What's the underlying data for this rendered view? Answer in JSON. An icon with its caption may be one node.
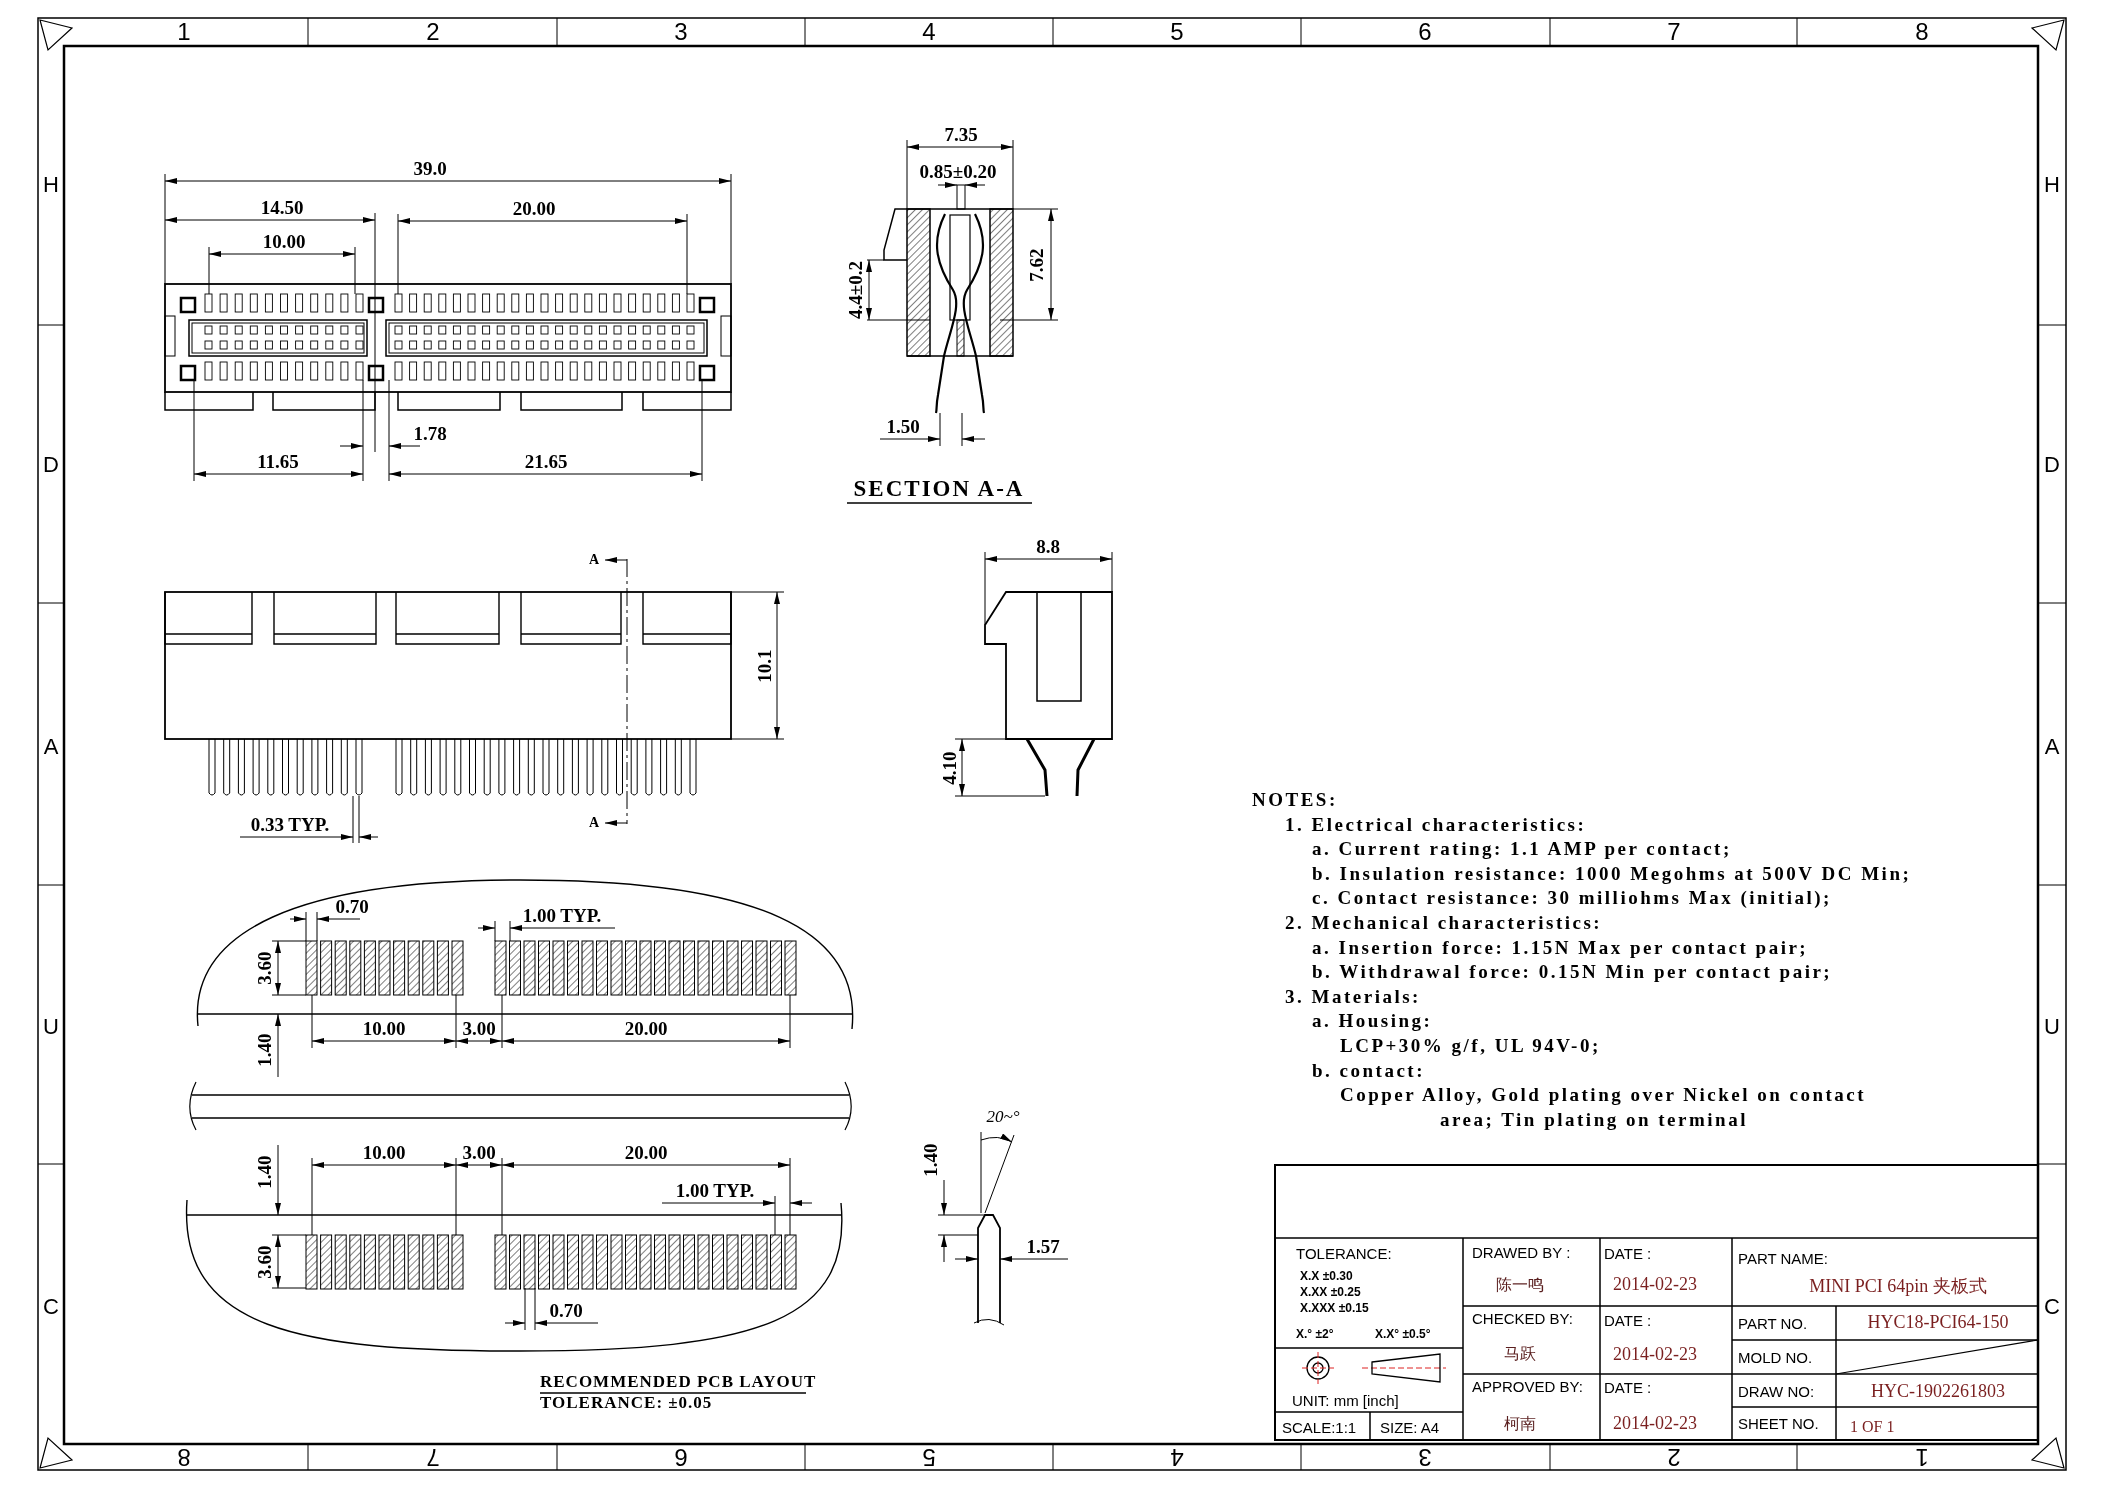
{
  "diagram": {
    "labels": [
      "1",
      "2",
      "3",
      "4",
      "5",
      "6",
      "7",
      "8",
      "H",
      "H",
      "D",
      "D",
      "A",
      "A",
      "U",
      "U",
      "C",
      "C",
      "8",
      "7",
      "6",
      "5",
      "4",
      "3",
      "2",
      "1",
      "39.0",
      "14.50",
      "20.00",
      "10.00",
      "7.35",
      "0.85±0.20",
      "7.62",
      "4.4±0.2",
      "1.78",
      "11.65",
      "21.65",
      "1.50",
      "SECTION A-A",
      "A",
      "8.8",
      "10.1",
      "4.10",
      "A",
      "0.33 TYP.",
      "NOTES:",
      "1. Electrical characteristics:",
      "a. Current rating: 1.1 AMP per contact;",
      "b. Insulation resistance: 1000 Megohms at 500V DC Min;",
      "c. Contact resistance: 30 milliohms Max (initial);",
      "2. Mechanical characteristics:",
      "a. Insertion force: 1.15N Max per contact pair;",
      "b. Withdrawal force: 0.15N Min per contact pair;",
      "3. Materials:",
      "a. Housing:",
      "LCP+30% g/f, UL 94V-0;",
      "b. contact:",
      "Copper Alloy, Gold plating over Nickel on contact area; Tin plating on terminal",
      "0.70",
      "1.00 TYP.",
      "3.60",
      "10.00",
      "3.00",
      "20.00",
      "1.40",
      "10.00",
      "3.00",
      "20.00",
      "1.40",
      "1.00 TYP.",
      "3.60",
      "0.70",
      "RECOMMENDED PCB LAYOUT",
      "TOLERANCE: ±0.05",
      "20~°",
      "1.40",
      "1.57",
      "TOLERANCE:",
      "X.X ±0.30",
      "X.XX ±0.25",
      "X.XXX ±0.15",
      "X.° ±2°",
      "X.X° ±0.5°",
      "UNIT: mm [inch]",
      "SCALE:1:1",
      "SIZE: A4",
      "DRAWED BY :",
      "陈一鸣",
      "CHECKED BY:",
      "马跃",
      "APPROVED BY:",
      "柯南",
      "DATE :",
      "2014-02-23",
      "DATE :",
      "2014-02-23",
      "DATE :",
      "2014-02-23",
      "PART NAME:",
      "MINI PCI 64pin 夹板式",
      "PART NO.",
      "HYC18-PCI64-150",
      "MOLD NO.",
      "DRAW NO:",
      "HYC-1902261803",
      "SHEET NO.",
      "1 OF 1"
    ]
  }
}
